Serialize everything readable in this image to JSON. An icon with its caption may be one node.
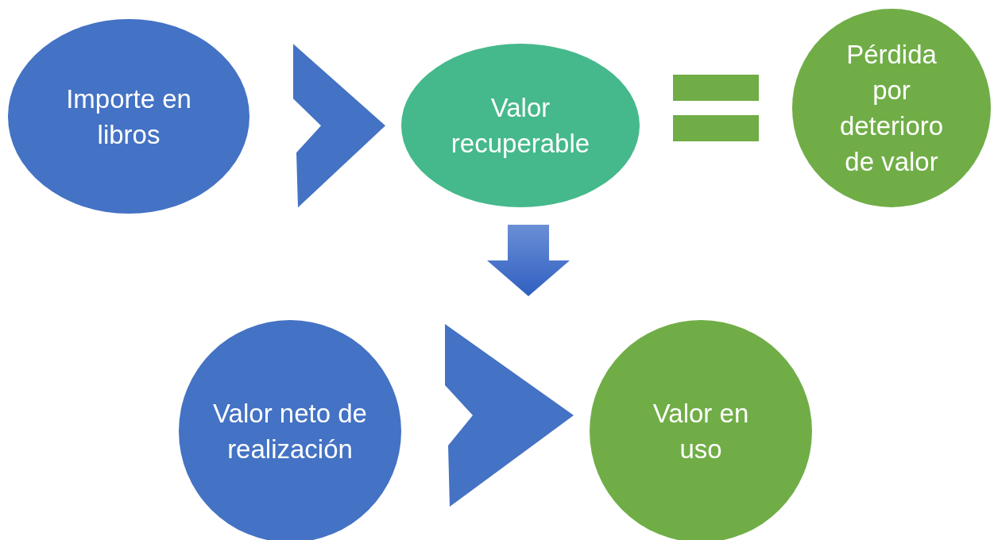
{
  "diagram": {
    "nodes": [
      {
        "text": [
          "Importe en libros"
        ]
      },
      {
        "text": [
          "Valor recuperable"
        ]
      },
      {
        "text": [
          "Pérdida por deterioro de valor"
        ]
      },
      {
        "text": [
          "Valor neto de realización"
        ]
      },
      {
        "text": [
          "Valor en uso"
        ]
      }
    ],
    "edges": [
      {
        "from": 0,
        "to": 1,
        "arrow": "to"
      },
      {
        "from": 1,
        "to": null,
        "arrow": "to"
      },
      {
        "from": 3,
        "to": 4,
        "arrow": "to"
      }
    ]
  }
}
